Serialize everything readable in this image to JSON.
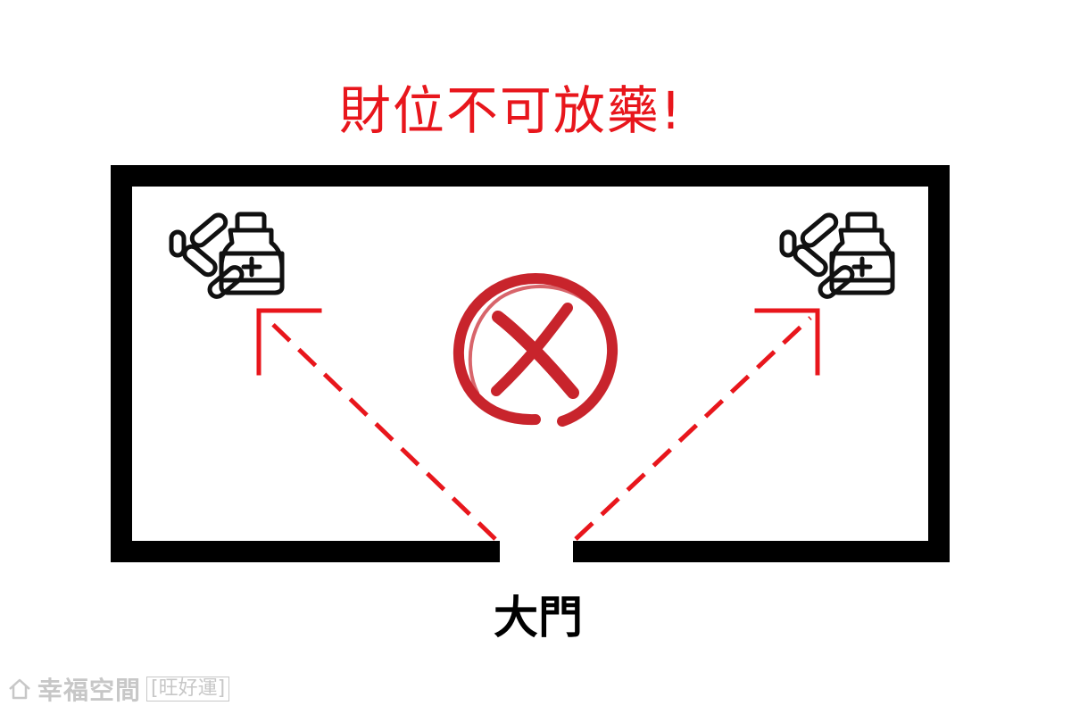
{
  "title": "財位不可放藥!",
  "door_label": "大門",
  "watermark": {
    "brand": "幸福空間",
    "tag": "[旺好運]"
  },
  "icons": {
    "medicine_left": "medicine-bottle-pills-icon",
    "medicine_right": "medicine-bottle-pills-icon",
    "prohibited": "prohibited-x-circle-icon",
    "home": "home-logo-icon"
  },
  "colors": {
    "accent_red": "#e8161c",
    "prohibit_red": "#c8242c",
    "wall": "#000000",
    "watermark": "#9a9a9a"
  }
}
